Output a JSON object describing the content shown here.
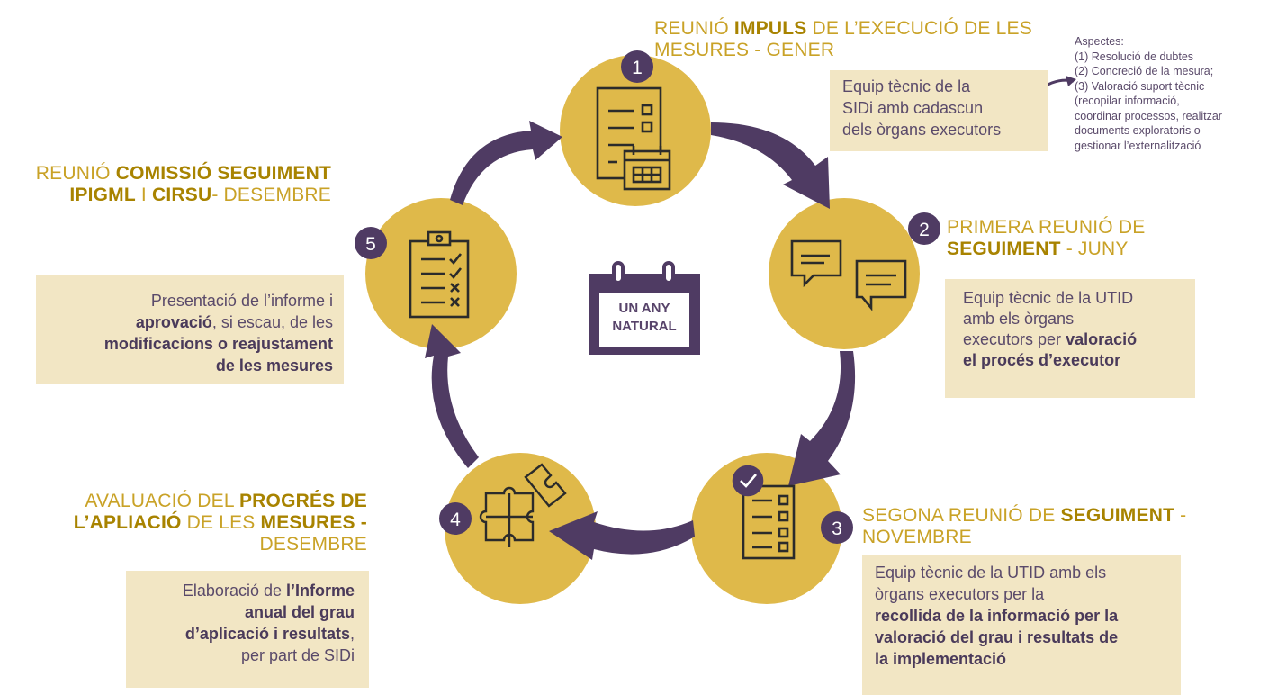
{
  "center": {
    "line1": "UN ANY",
    "line2": "NATURAL"
  },
  "steps": [
    {
      "number": "1",
      "title_parts": [
        "REUNIÓ ",
        "IMPULS",
        " DE L’EXECUCIÓ DE LES",
        "MESURES - GENER"
      ],
      "note": [
        "Equip tècnic de la",
        "SIDi amb cadascun",
        "dels òrgans executors"
      ],
      "aspects": [
        "Aspectes:",
        "(1) Resolució de dubtes",
        "(2) Concreció de la mesura;",
        "(3) Valoració suport tècnic",
        "(recopilar informació,",
        "coordinar processos, realitzar",
        "documents exploratoris o",
        "gestionar l’externalització"
      ]
    },
    {
      "number": "2",
      "title_parts": [
        "PRIMERA REUNIÓ DE",
        "SEGUIMENT",
        " - JUNY"
      ],
      "note": [
        "Equip tècnic de la UTID",
        "amb els òrgans",
        "executors per ",
        "valoració",
        "el procés d’executor"
      ]
    },
    {
      "number": "3",
      "title_parts": [
        "SEGONA REUNIÓ DE ",
        "SEGUIMENT",
        " -",
        "NOVEMBRE"
      ],
      "note": [
        "Equip tècnic de la UTID amb els",
        "òrgans executors per  la",
        "recollida de la informació per la",
        "valoració del grau i resultats de",
        "la implementació"
      ]
    },
    {
      "number": "4",
      "title_parts": [
        "AVALUACIÓ DEL ",
        "PROGRÉS DE",
        "L’APLIACIÓ",
        " DE LES ",
        "MESURES -",
        "DESEMBRE"
      ],
      "note": [
        "Elaboració de ",
        "l’Informe",
        "anual del grau",
        "d’aplicació i resultats",
        ",",
        "per part de SIDi"
      ]
    },
    {
      "number": "5",
      "title_parts": [
        "REUNIÓ ",
        "COMISSIÓ SEGUIMENT",
        "IPIGML",
        " I ",
        "CIRSU",
        "- DESEMBRE"
      ],
      "note": [
        "Presentació de l’informe i",
        "aprovació",
        ", si escau, de les",
        "modificacions o reajustament",
        "de les mesures"
      ]
    }
  ],
  "colors": {
    "circle": "#dfb94a",
    "arrow": "#4f3b63",
    "note_bg": "#f2e6c4",
    "title": "#c9a227",
    "badge": "#4f3b63"
  }
}
